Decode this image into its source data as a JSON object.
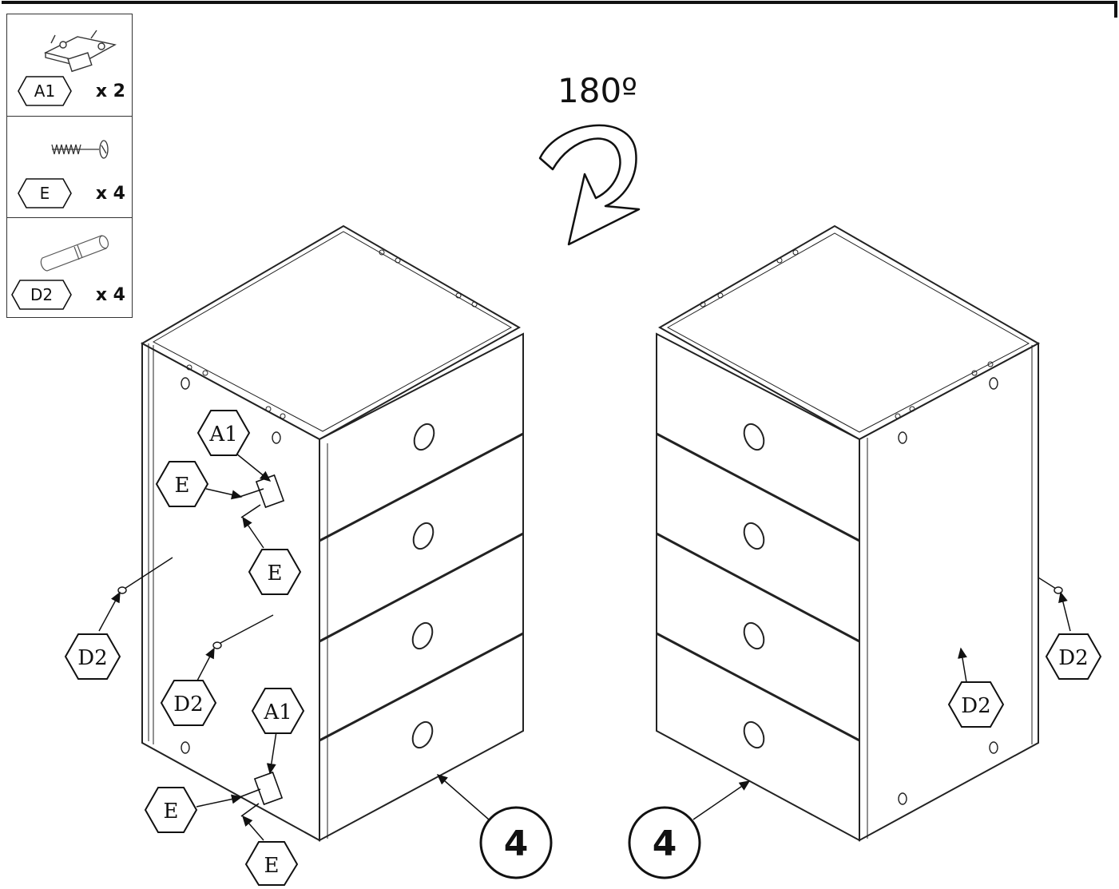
{
  "parts": [
    {
      "id": "A1",
      "qty": "x 2",
      "icon": "hinge-icon"
    },
    {
      "id": "E",
      "qty": "x 4",
      "icon": "screw-icon"
    },
    {
      "id": "D2",
      "qty": "x 4",
      "icon": "dowel-icon"
    }
  ],
  "rotation": {
    "text": "180º",
    "icon": "rotate-arrow-icon"
  },
  "callouts": {
    "a1": "A1",
    "e": "E",
    "d2": "D2"
  },
  "step_label": "4"
}
